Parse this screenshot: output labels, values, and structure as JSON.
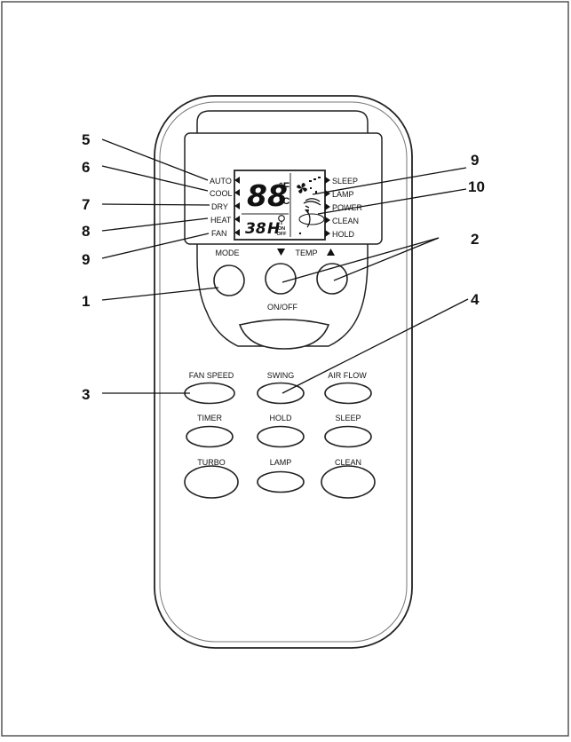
{
  "callouts": [
    "5",
    "6",
    "7",
    "8",
    "9",
    "1",
    "3",
    "9",
    "10",
    "2",
    "4"
  ],
  "display": {
    "modes": [
      "AUTO",
      "COOL",
      "DRY",
      "HEAT",
      "FAN"
    ],
    "temp_digits": "88",
    "unit_f": "°F",
    "unit_c": "°C",
    "timer_digits": "38",
    "timer_h": "H",
    "on": "ON",
    "off": "OFF",
    "functions": [
      "SLEEP",
      "LAMP",
      "POWER",
      "CLEAN",
      "HOLD"
    ]
  },
  "buttons": {
    "mode": "MODE",
    "temp": "TEMP",
    "on_off": "ON/OFF",
    "fan_speed": "FAN SPEED",
    "swing": "SWING",
    "air_flow": "AIR FLOW",
    "timer": "TIMER",
    "hold": "HOLD",
    "sleep": "SLEEP",
    "turbo": "TURBO",
    "lamp": "LAMP",
    "clean": "CLEAN"
  }
}
